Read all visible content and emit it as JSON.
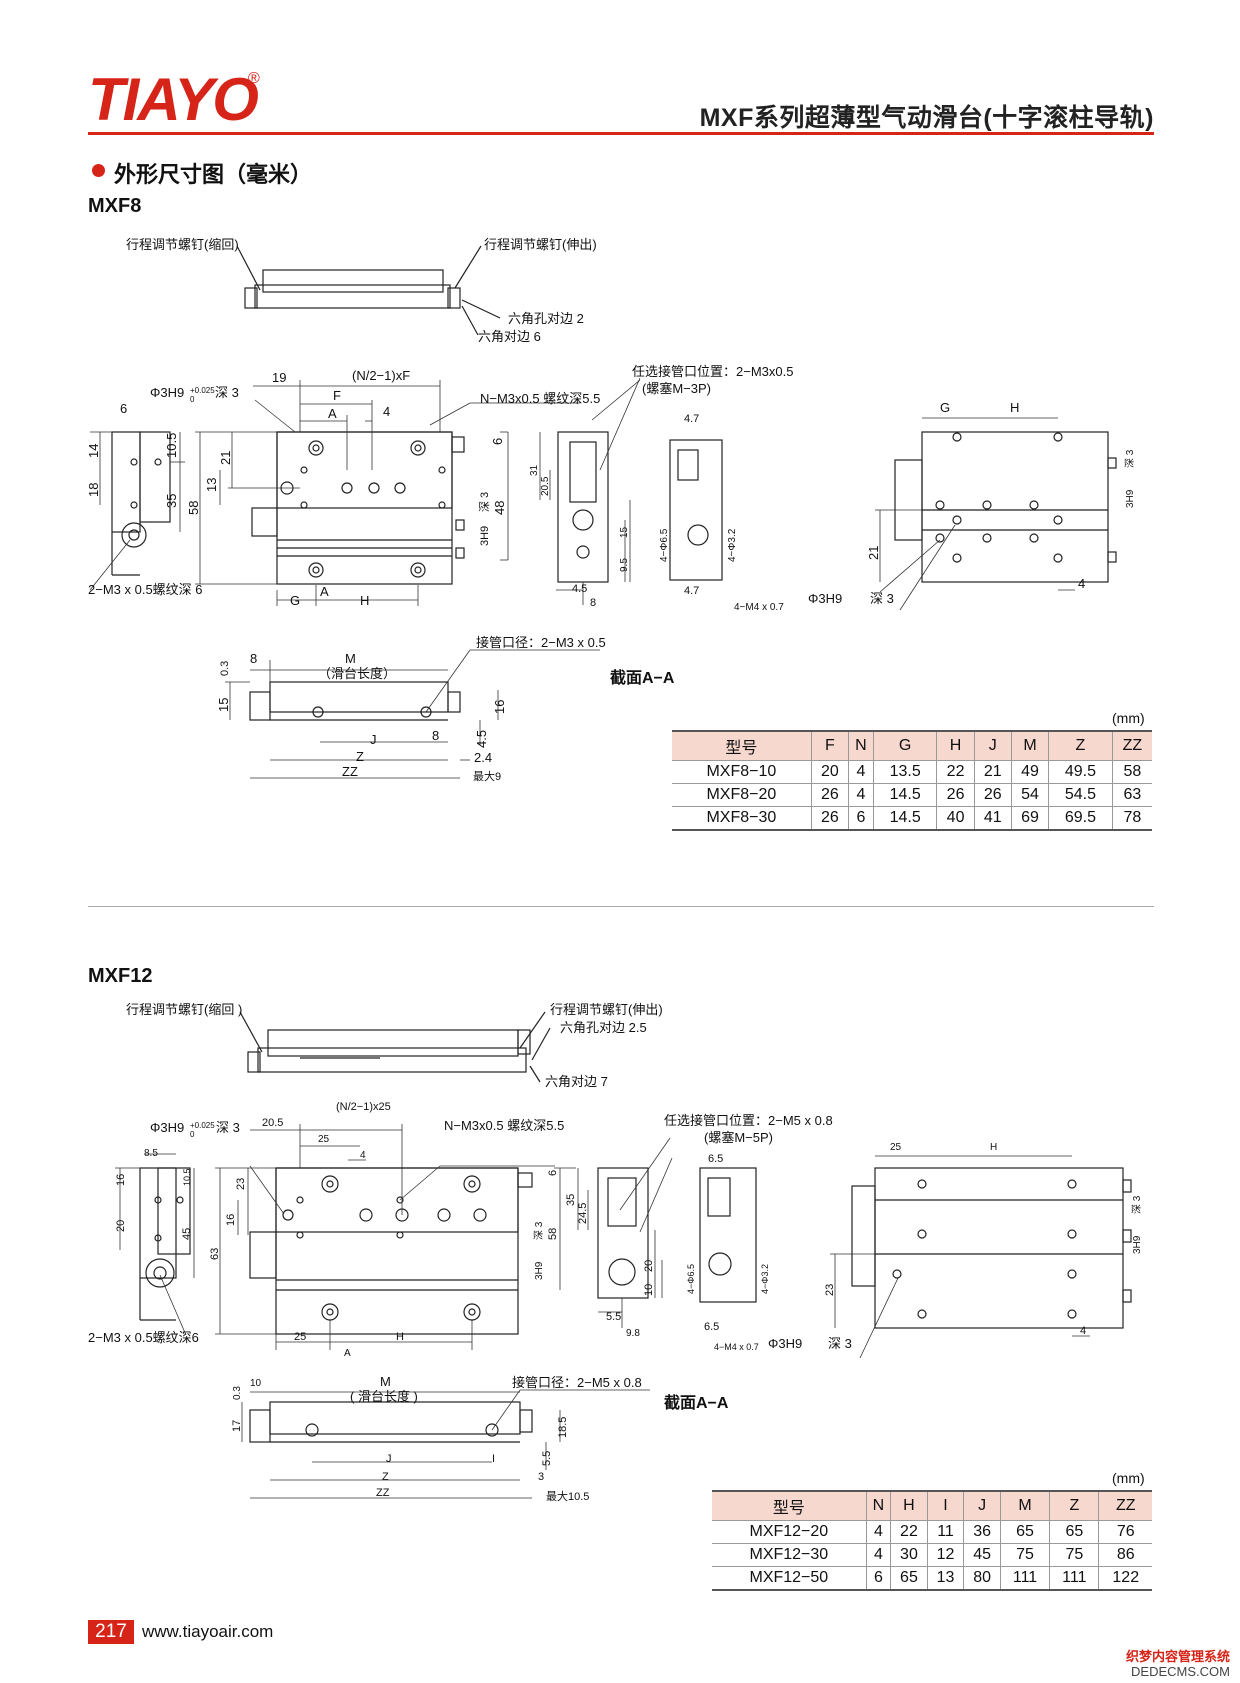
{
  "header": {
    "logo": "TIAYO",
    "reg": "®",
    "title": "MXF系列超薄型气动滑台(十字滚柱导轨)"
  },
  "section": {
    "heading": "外形尺寸图（毫米）"
  },
  "mxf8": {
    "model": "MXF8",
    "labels": {
      "screw_retract": "行程调节螺钉(缩回)",
      "screw_extend": "行程调节螺钉(伸出)",
      "hex_hole": "六角孔对边 2",
      "hex_flat": "六角对边 6",
      "hole_tol": "Φ3H9",
      "hole_depth": "深 3",
      "tol": "+0.025",
      "tol0": "0",
      "n_thread": "N−M3x0.5 螺纹深5.5",
      "pitch": "(N/2−1)xF",
      "port_opt": "任选接管口位置：2−M3x0.5",
      "plug": "(螺塞M−3P)",
      "m3_bottom": "2−M3 x 0.5螺纹深 6",
      "pipe": "接管口径：2−M3 x 0.5",
      "m_len": "M",
      "m_sub": "（滑台长度）",
      "section_aa": "截面A−A",
      "side_hole": "3H9",
      "side_depth": "深 3",
      "m4": "4−M4 x 0.7",
      "tap": "4−Φ3.2",
      "c65": "4−Φ6.5",
      "ma": "最大9"
    },
    "dims": {
      "d6": "6",
      "d19": "19",
      "dF": "F",
      "dA": "A",
      "d4": "4",
      "d14": "14",
      "d18": "18",
      "d105": "10.5",
      "d35": "35",
      "d21": "21",
      "d13": "13",
      "d58": "58",
      "d48": "48",
      "d6r": "6",
      "dG": "G",
      "dH": "H",
      "d31": "31",
      "d205": "20.5",
      "d15": "15",
      "d95": "9.5",
      "d45": "4.5",
      "d8": "8",
      "d47": "4.7",
      "d21b": "21",
      "d4b": "4",
      "d03": "0.3",
      "d16": "16",
      "dJ": "J",
      "dZ": "Z",
      "dZZ": "ZZ",
      "d24": "2.4",
      "d45b": "4.5",
      "d15b": "15",
      "d8b": "8"
    },
    "table": {
      "unit": "(mm)",
      "headers": [
        "型号",
        "F",
        "N",
        "G",
        "H",
        "J",
        "M",
        "Z",
        "ZZ"
      ],
      "rows": [
        [
          "MXF8−10",
          "20",
          "4",
          "13.5",
          "22",
          "21",
          "49",
          "49.5",
          "58"
        ],
        [
          "MXF8−20",
          "26",
          "4",
          "14.5",
          "26",
          "26",
          "54",
          "54.5",
          "63"
        ],
        [
          "MXF8−30",
          "26",
          "6",
          "14.5",
          "40",
          "41",
          "69",
          "69.5",
          "78"
        ]
      ]
    }
  },
  "mxf12": {
    "model": "MXF12",
    "labels": {
      "screw_retract": "行程调节螺钉(缩回 )",
      "screw_extend": "行程调节螺钉(伸出)",
      "hex_hole": "六角孔对边 2.5",
      "hex_flat": "六角对边 7",
      "hole_tol": "Φ3H9",
      "hole_depth": "深 3",
      "tol": "+0.025",
      "tol0": "0",
      "n_thread": "N−M3x0.5 螺纹深5.5",
      "pitch": "(N/2−1)x25",
      "port_opt": "任选接管口位置：2−M5 x 0.8",
      "plug": "(螺塞M−5P)",
      "m3_bottom": "2−M3 x 0.5螺纹深6",
      "pipe": "接管口径：2−M5 x 0.8",
      "m_len": "M",
      "m_sub": "( 滑台长度 )",
      "section_aa": "截面A−A",
      "side_hole": "3H9",
      "side_depth": "深 3",
      "m4": "4−M4 x 0.7",
      "tap": "4−Φ3.2",
      "c65": "4−Φ6.5",
      "ma": "最大10.5"
    },
    "dims": {
      "d85": "8.5",
      "d205": "20.5",
      "d25": "25",
      "d4": "4",
      "d16": "16",
      "d20": "20",
      "d105": "10.5",
      "d45": "45",
      "d23": "23",
      "d16b": "16",
      "d63": "63",
      "d58": "58",
      "d6": "6",
      "d25b": "25",
      "dH": "H",
      "dA": "A",
      "d35": "35",
      "d245": "24.5",
      "d20b": "20",
      "d10": "10",
      "d55": "5.5",
      "d98": "9.8",
      "d65": "6.5",
      "d23b": "23",
      "d4b": "4",
      "d10t": "10",
      "d03": "0.3",
      "d17": "17",
      "d185": "18.5",
      "d55b": "5.5",
      "dJ": "J",
      "dI": "I",
      "dZ": "Z",
      "dZZ": "ZZ",
      "d3": "3",
      "d25c": "25"
    },
    "table": {
      "unit": "(mm)",
      "headers": [
        "型号",
        "N",
        "H",
        "I",
        "J",
        "M",
        "Z",
        "ZZ"
      ],
      "rows": [
        [
          "MXF12−20",
          "4",
          "22",
          "11",
          "36",
          "65",
          "65",
          "76"
        ],
        [
          "MXF12−30",
          "4",
          "30",
          "12",
          "45",
          "75",
          "75",
          "86"
        ],
        [
          "MXF12−50",
          "6",
          "65",
          "13",
          "80",
          "111",
          "111",
          "122"
        ]
      ]
    }
  },
  "footer": {
    "page": "217",
    "url": "www.tiayoair.com"
  },
  "watermark": {
    "line1": "织梦内容管理系统",
    "line2": "DEDECMS.COM"
  }
}
